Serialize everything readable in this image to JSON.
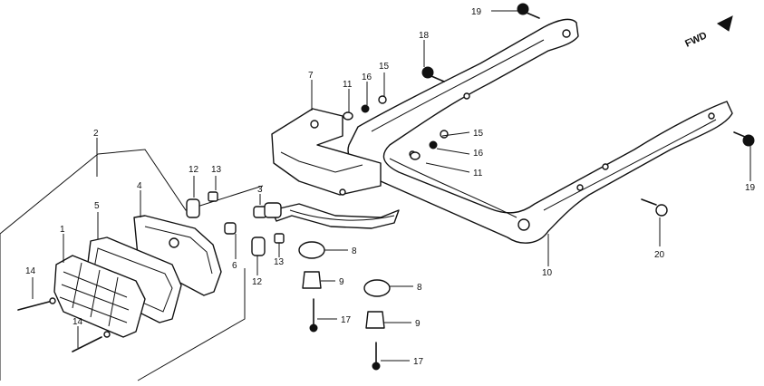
{
  "direction_indicator": {
    "text": "FWD"
  },
  "callouts": [
    {
      "id": "c1",
      "text": "1"
    },
    {
      "id": "c2",
      "text": "2"
    },
    {
      "id": "c3",
      "text": "3"
    },
    {
      "id": "c4",
      "text": "4"
    },
    {
      "id": "c5",
      "text": "5"
    },
    {
      "id": "c6",
      "text": "6"
    },
    {
      "id": "c7",
      "text": "7"
    },
    {
      "id": "c8a",
      "text": "8"
    },
    {
      "id": "c8b",
      "text": "8"
    },
    {
      "id": "c9a",
      "text": "9"
    },
    {
      "id": "c9b",
      "text": "9"
    },
    {
      "id": "c10",
      "text": "10"
    },
    {
      "id": "c11a",
      "text": "11"
    },
    {
      "id": "c11b",
      "text": "11"
    },
    {
      "id": "c12a",
      "text": "12"
    },
    {
      "id": "c12b",
      "text": "12"
    },
    {
      "id": "c13a",
      "text": "13"
    },
    {
      "id": "c13b",
      "text": "13"
    },
    {
      "id": "c14a",
      "text": "14"
    },
    {
      "id": "c14b",
      "text": "14"
    },
    {
      "id": "c15a",
      "text": "15"
    },
    {
      "id": "c15b",
      "text": "15"
    },
    {
      "id": "c16a",
      "text": "16"
    },
    {
      "id": "c16b",
      "text": "16"
    },
    {
      "id": "c17a",
      "text": "17"
    },
    {
      "id": "c17b",
      "text": "17"
    },
    {
      "id": "c18",
      "text": "18"
    },
    {
      "id": "c19a",
      "text": "19"
    },
    {
      "id": "c19b",
      "text": "19"
    },
    {
      "id": "c20",
      "text": "20"
    }
  ]
}
